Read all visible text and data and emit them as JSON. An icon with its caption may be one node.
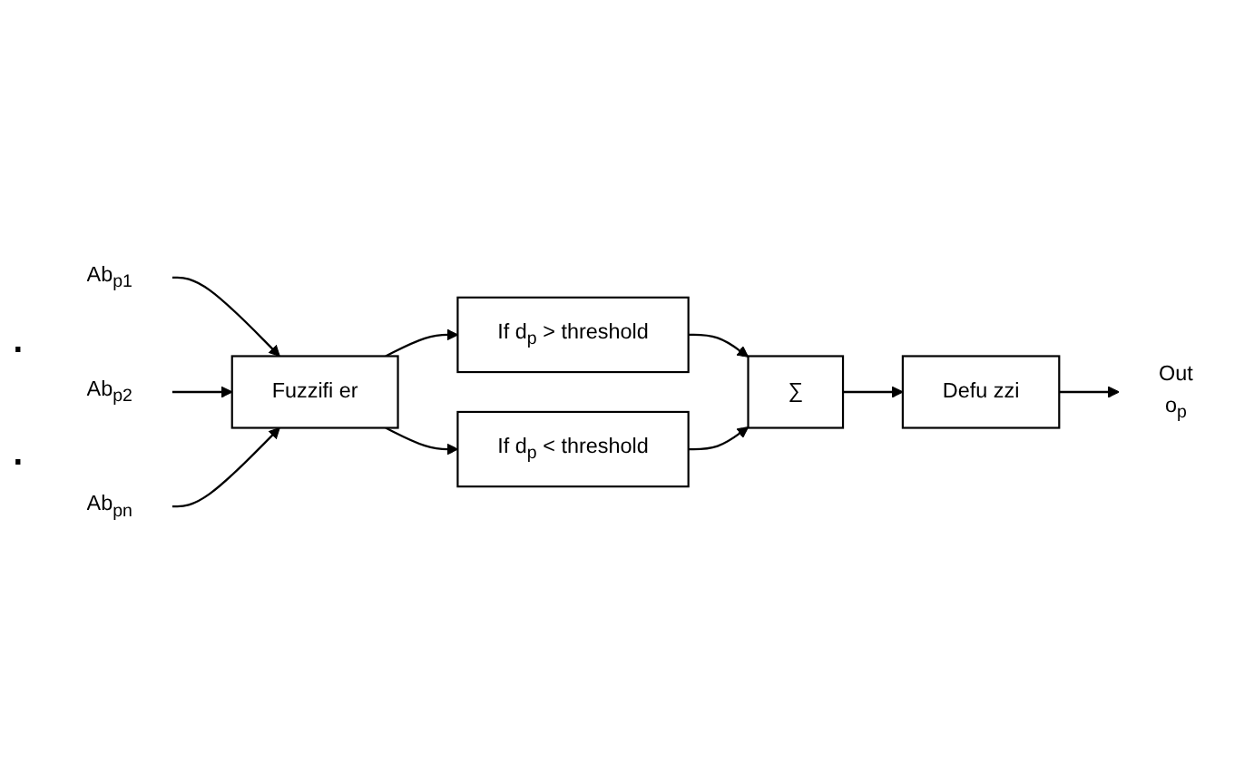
{
  "diagram": {
    "nodes": [
      {
        "text": [
          "Ab$_{p1}$"
        ]
      },
      {
        "text": [
          "Ab$_{p2}$"
        ]
      },
      {
        "text": [
          "Ab$_{pn}$"
        ]
      },
      {
        "text": [
          "Fuzzifi er"
        ]
      },
      {
        "text": [
          "If d$_{p}$ > threshold"
        ]
      },
      {
        "text": [
          "If d$_{p}$ < threshold"
        ]
      },
      {
        "text": [
          "∑"
        ]
      },
      {
        "text": [
          "Defu zzi"
        ]
      },
      {
        "text": [
          "Out",
          "o$_{p}$"
        ]
      }
    ],
    "edges": [
      {
        "from": 0,
        "to": 3,
        "arrow": "to"
      },
      {
        "from": 1,
        "to": 3,
        "arrow": "to"
      },
      {
        "from": 2,
        "to": 3,
        "arrow": "to"
      },
      {
        "from": 3,
        "to": 4,
        "arrow": "to"
      },
      {
        "from": 3,
        "to": 5,
        "arrow": "to"
      },
      {
        "from": 4,
        "to": 6,
        "arrow": "to"
      },
      {
        "from": 5,
        "to": 6,
        "arrow": "to"
      },
      {
        "from": 6,
        "to": 7,
        "arrow": "to"
      },
      {
        "from": 7,
        "to": 8,
        "arrow": "to"
      }
    ],
    "labels": [
      ".",
      "."
    ]
  }
}
